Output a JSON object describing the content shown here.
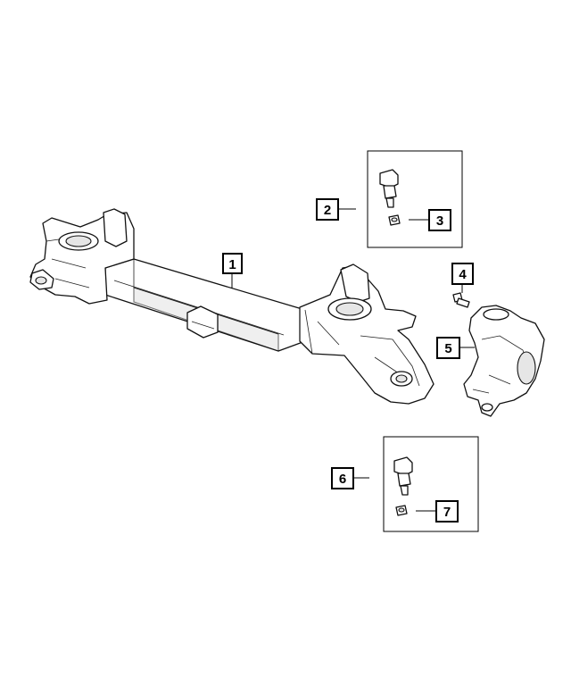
{
  "callouts": {
    "c1": "1",
    "c2": "2",
    "c3": "3",
    "c4": "4",
    "c5": "5",
    "c6": "6",
    "c7": "7"
  },
  "colors": {
    "line": "#000000",
    "background": "#ffffff",
    "shade": "#e6e6e6"
  }
}
